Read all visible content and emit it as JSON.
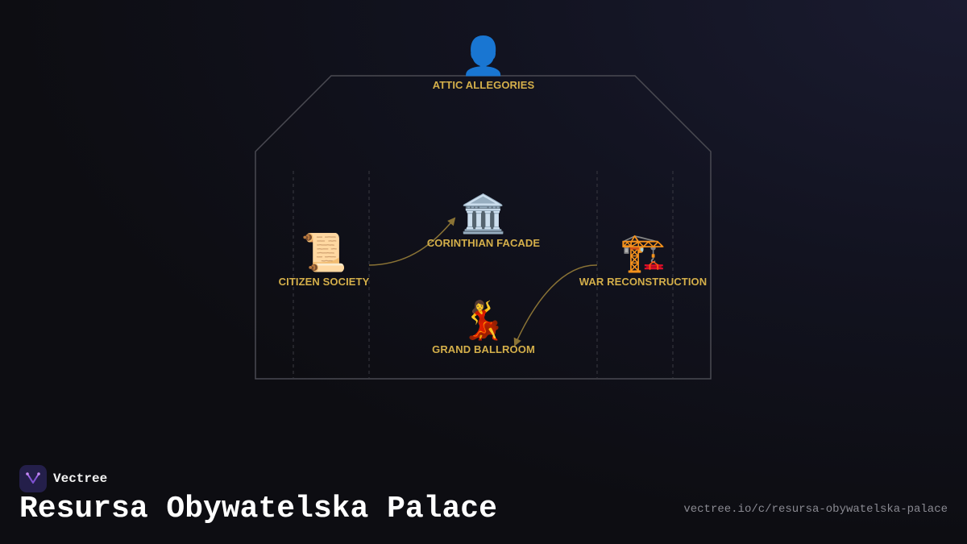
{
  "brand": {
    "name": "Vectree"
  },
  "page": {
    "title": "Resursa Obywatelska Palace",
    "url": "vectree.io/c/resursa-obywatelska-palace"
  },
  "colors": {
    "accent": "#d4af4a",
    "outline": "#4a4a52",
    "arrow": "#8a7335",
    "background": "#0d0d12"
  },
  "nodes": {
    "attic": {
      "label": "ATTIC ALLEGORIES",
      "icon": "person-silhouette-icon",
      "glyph": "👤"
    },
    "facade": {
      "label": "CORINTHIAN FACADE",
      "icon": "classical-building-icon",
      "glyph": "🏛️"
    },
    "citizen": {
      "label": "CITIZEN SOCIETY",
      "icon": "scroll-icon",
      "glyph": "📜"
    },
    "war": {
      "label": "WAR RECONSTRUCTION",
      "icon": "construction-crane-icon",
      "glyph": "🏗️"
    },
    "ballroom": {
      "label": "GRAND BALLROOM",
      "icon": "dancer-icon",
      "glyph": "💃"
    }
  },
  "edges": [
    {
      "from": "citizen",
      "to": "facade"
    },
    {
      "from": "war",
      "to": "ballroom"
    }
  ]
}
